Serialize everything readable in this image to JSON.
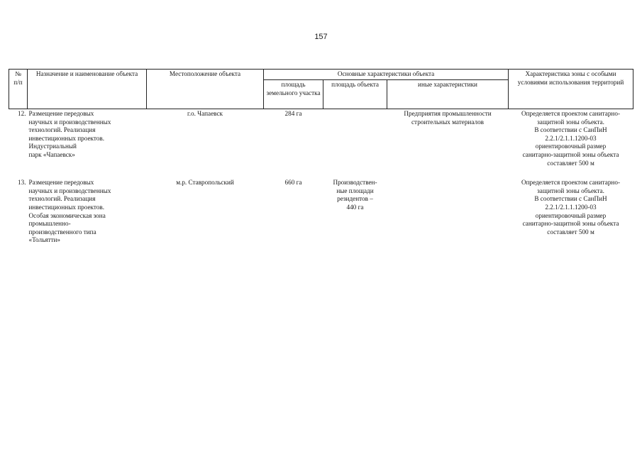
{
  "page": {
    "number": "157"
  },
  "table": {
    "headers": {
      "num_line1": "№",
      "num_line2": "п/п",
      "name": "Назначение и наименование объекта",
      "location": "Местоположение объекта",
      "main_chars": "Основные характеристики объекта",
      "land_area": "площадь земельного участка",
      "object_area": "площадь объекта",
      "other_chars": "иные характеристики",
      "zone": "Характеристика зоны с особыми условиями использования территорий"
    },
    "rows": [
      {
        "num": "12.",
        "name_lines": [
          "Размещение передовых",
          "научных и производственных",
          "технологий. Реализация",
          "инвестиционных проектов.",
          "Индустриальный",
          "парк «Чапаевск»"
        ],
        "location": "г.о. Чапаевск",
        "land_area": "284 га",
        "object_area_lines": [],
        "other_lines": [
          "Предприятия промышленности",
          "строительных материалов"
        ],
        "zone_lines": [
          "Определяется проектом санитарно-",
          "защитной зоны объекта.",
          "В соответствии с СанПиН",
          "2.2.1/2.1.1.1200-03",
          "ориентировочный размер",
          "санитарно-защитной зоны объекта",
          "составляет 500 м"
        ]
      },
      {
        "num": "13.",
        "name_lines": [
          "Размещение передовых",
          "научных и производственных",
          "технологий. Реализация",
          "инвестиционных проектов.",
          "Особая экономическая зона",
          "промышленно-",
          "производственного типа",
          "«Тольятти»"
        ],
        "location": "м.р. Ставропольский",
        "land_area": "660 га",
        "object_area_lines": [
          "Производствен-",
          "ные площади",
          "резидентов –",
          "440 га"
        ],
        "other_lines": [],
        "zone_lines": [
          "Определяется проектом санитарно-",
          "защитной зоны объекта.",
          "В соответствии с СанПиН",
          "2.2.1/2.1.1.1200-03",
          "ориентировочный размер",
          "санитарно-защитной зоны объекта",
          "составляет 500 м"
        ]
      }
    ]
  }
}
